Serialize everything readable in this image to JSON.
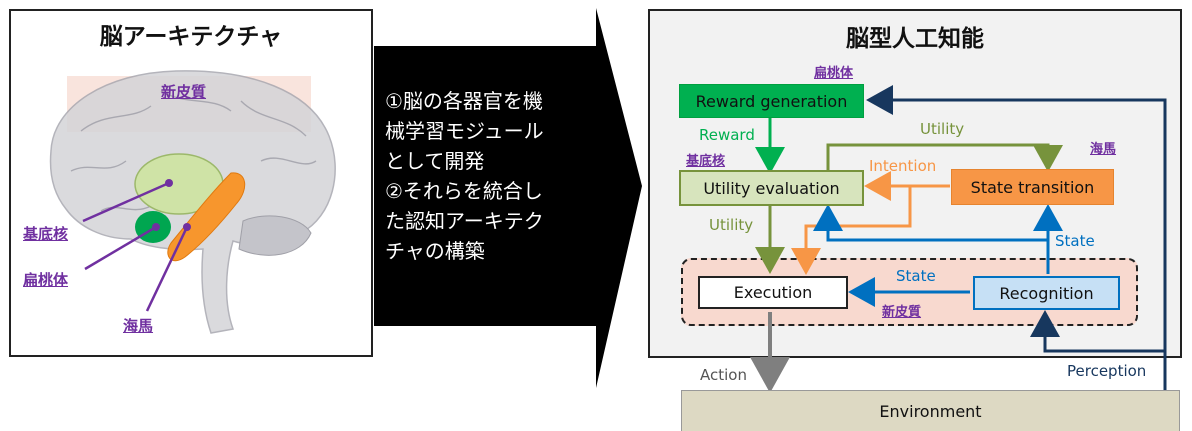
{
  "left_panel": {
    "title": "脳アーキテクチャ",
    "labels": {
      "neocortex": "新皮質",
      "basal_ganglia": "基底核",
      "amygdala": "扁桃体",
      "hippocampus": "海馬"
    }
  },
  "arrow_text": {
    "lines": [
      "①脳の各器官を機",
      "械学習モジュール",
      "として開発",
      "②それらを統合し",
      "た認知アーキテク",
      "チャの構築"
    ]
  },
  "right_panel": {
    "title": "脳型人工知能",
    "region_labels": {
      "amygdala": "扁桃体",
      "basal_ganglia": "基底核",
      "hippocampus": "海馬",
      "neocortex": "新皮質"
    },
    "nodes": {
      "reward_generation": "Reward generation",
      "utility_evaluation": "Utility evaluation",
      "state_transition": "State transition",
      "execution": "Execution",
      "recognition": "Recognition"
    },
    "edge_labels": {
      "reward": "Reward",
      "utility_top": "Utility",
      "intention": "Intention",
      "utility_left": "Utility",
      "state_right": "State",
      "state_mid": "State"
    }
  },
  "environment": {
    "label": "Environment",
    "action": "Action",
    "perception": "Perception"
  },
  "colors": {
    "green": "#00b050",
    "olive": "#77933c",
    "orange": "#f79646",
    "blue": "#0070c0",
    "navy": "#17375e",
    "purple": "#7030a0",
    "grey_arrow": "#7f7f7f",
    "env_fill": "#ddd9c3",
    "neocortex_fill": "#f8d9cf",
    "recognition_fill": "#c6e0f5",
    "utility_fill": "#d7e4bd"
  }
}
